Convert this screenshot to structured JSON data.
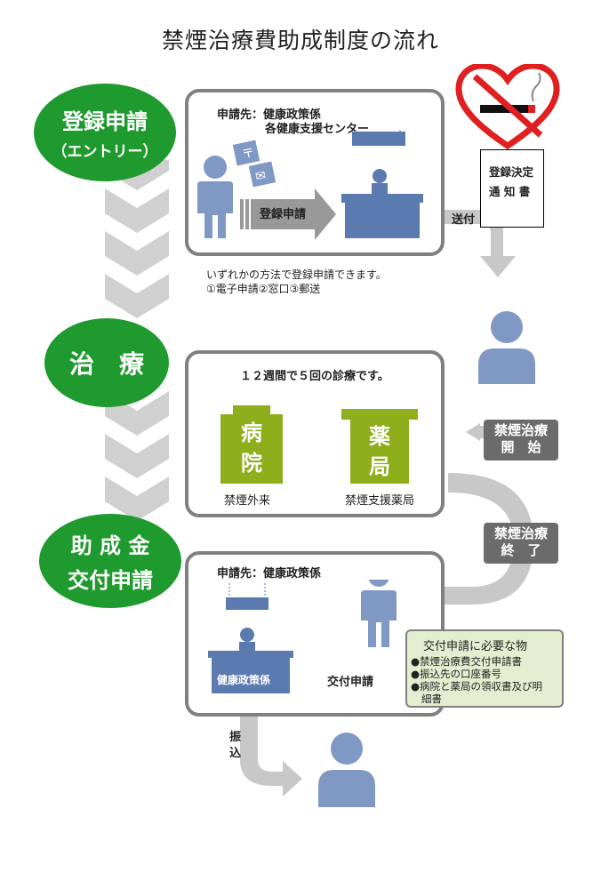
{
  "title": "禁煙治療費助成制度の流れ",
  "stages": {
    "registration": {
      "line1": "登録申請",
      "line2": "（エントリー）"
    },
    "treatment": {
      "label": "治　療"
    },
    "subsidy": {
      "line1": "助 成 金",
      "line2": "交付申請"
    }
  },
  "registration_box": {
    "destination_line1": "申請先：健康政策係",
    "destination_line2": "各健康支援センター",
    "arrow_label": "登録申請",
    "methods_line1": "いずれかの方法で登録申請できます。",
    "methods_line2": "①電子申請②窓口③郵送"
  },
  "notice": {
    "line1": "登録決定",
    "line2": "通 知 書"
  },
  "send_label": "送付",
  "treatment_box": {
    "heading": "１２週間で５回の診療です。",
    "hospital_sign": [
      "病",
      "院"
    ],
    "hospital_caption": "禁煙外来",
    "pharmacy_sign": [
      "薬",
      "局"
    ],
    "pharmacy_caption": "禁煙支援薬局"
  },
  "start_badge": {
    "line1": "禁煙治療",
    "line2": "開　始"
  },
  "end_badge": {
    "line1": "禁煙治療",
    "line2": "終　了"
  },
  "subsidy_box": {
    "destination": "申請先：健康政策係",
    "arrow_label": "交付申請",
    "counter_label": "健康政策係"
  },
  "requirements": {
    "title": "交付申請に必要な物",
    "items": [
      "●禁煙治療費交付申請書",
      "●振込先の口座番号",
      "●病院と薬局の領収書及び明",
      "細書"
    ]
  },
  "transfer_label": [
    "振",
    "込"
  ],
  "colors": {
    "green": "#1f9a2e",
    "figure": "#7f98c4",
    "counter": "#5b7ab0",
    "sign": "#8fae1b",
    "badge": "#6b6b6b",
    "flow": "#c8c8c8"
  }
}
